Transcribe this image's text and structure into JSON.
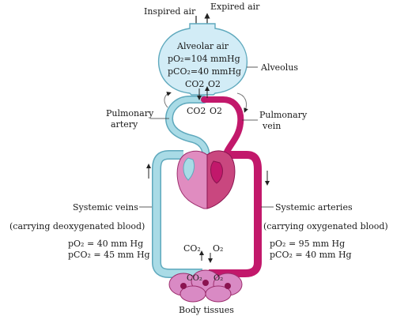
{
  "top": {
    "inspired": "Inspired air",
    "expired": "Expired air"
  },
  "alveolus": {
    "title": "Alveolar air",
    "po2": "pO₂=104 mmHg",
    "pco2": "pCO₂=40 mmHg",
    "gas_left": "CO2",
    "gas_right": "O2",
    "label": "Alveolus"
  },
  "lung_exchange": {
    "co2": "CO2",
    "o2": "O2"
  },
  "pulmonary": {
    "artery_line1": "Pulmonary",
    "artery_line2": "artery",
    "vein_line1": "Pulmonary",
    "vein_line2": "vein"
  },
  "systemic_veins": {
    "label": "Systemic veins",
    "note": "(carrying deoxygenated blood)",
    "po2": "pO₂    = 40 mm Hg",
    "pco2": "pCO₂ = 45 mm Hg"
  },
  "systemic_arteries": {
    "label": "Systemic arteries",
    "note": "(carrying oxygenated blood)",
    "po2": "pO₂    = 95 mm Hg",
    "pco2": "pCO₂ = 40 mm Hg"
  },
  "tissue": {
    "co2_top": "CO₂",
    "o2_top": "O₂",
    "co2_bottom": "CO₂",
    "o2_bottom": "O₂",
    "label": "Body tissues"
  },
  "colors": {
    "deoxygenated": "#a9dbe6",
    "deoxygenated_stroke": "#5fa9bd",
    "oxygenated": "#c2186b",
    "heart_left": "#e08cc0",
    "heart_right": "#c9477f",
    "alveolus_fill": "#d2ecf6",
    "tissue_fill": "#d98ac4"
  }
}
